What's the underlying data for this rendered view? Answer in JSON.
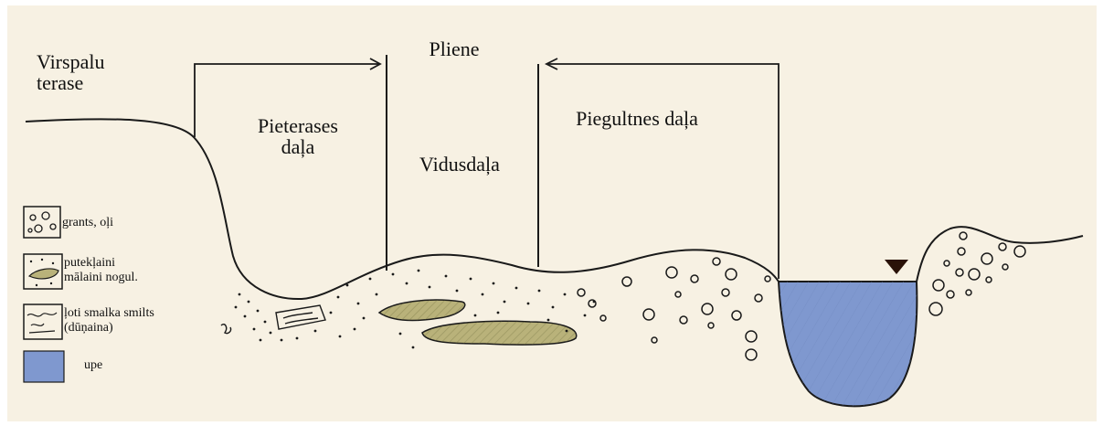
{
  "labels": {
    "terrace": "Virspalu terase",
    "floodplain": "Pliene",
    "terrace_part": "Pieterases daļa",
    "middle_part": "Vidusdaļa",
    "channel_part": "Piegultnes daļa"
  },
  "legend": [
    {
      "icon": "gravel-pebbles-icon",
      "text": "grants, oļi"
    },
    {
      "icon": "silty-clay-icon",
      "text": "putekļaini mālaini nogul."
    },
    {
      "icon": "fine-sand-icon",
      "text": "ļoti smalka smilts (dūņaina)"
    },
    {
      "icon": "river-water-icon",
      "text": "upe"
    }
  ],
  "colors": {
    "paper": "#f7f1e3",
    "ink": "#1a1a1a",
    "silt_fill": "#b9b27a",
    "water_fill": "#7f98cf"
  }
}
